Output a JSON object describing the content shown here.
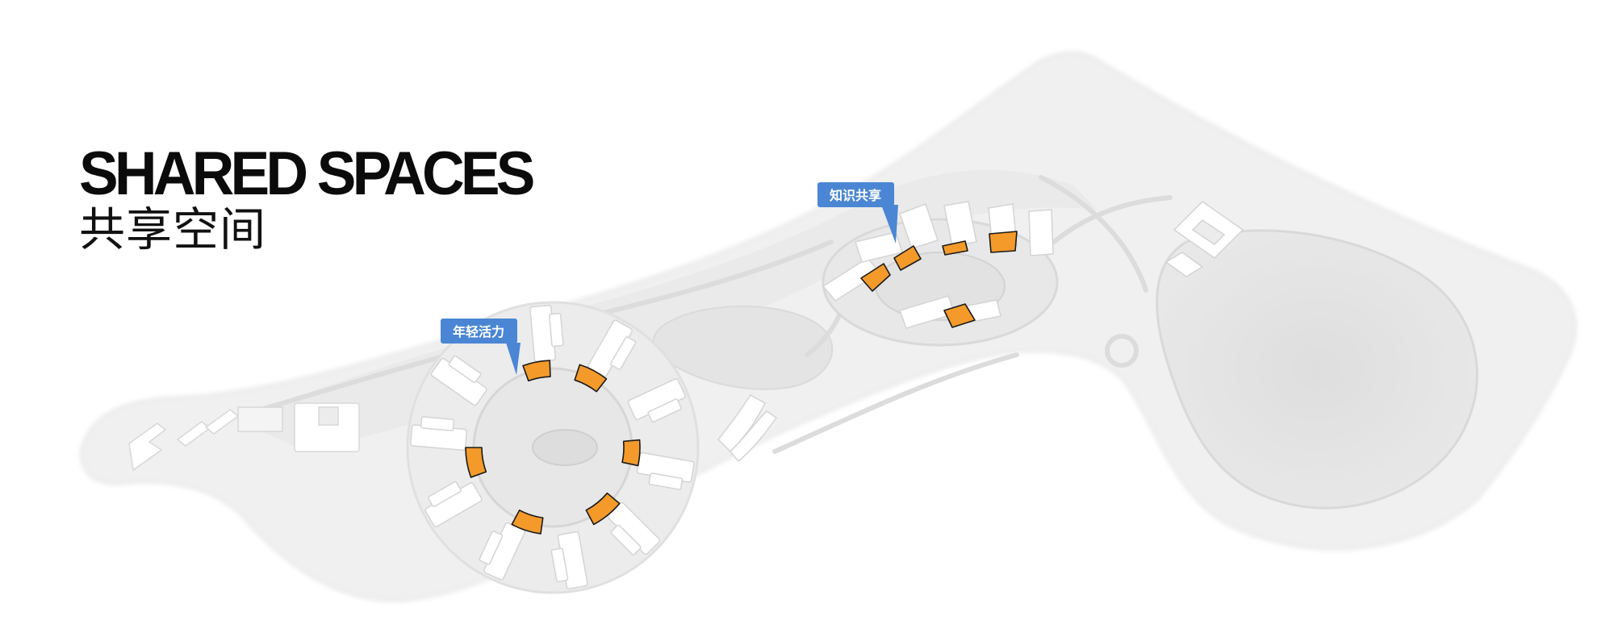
{
  "title": {
    "english": "SHARED SPACES",
    "chinese": "共享空间"
  },
  "callouts": [
    {
      "id": "youth",
      "label": "年轻活力"
    },
    {
      "id": "knowledge",
      "label": "知识共享"
    }
  ],
  "legend_colors": {
    "shared_space_fill": "#f39a2b",
    "shared_space_stroke": "#1a1a1a",
    "callout_fill": "#4a86d4",
    "building_fill": "#ffffff",
    "site_fill": "#efefef"
  }
}
